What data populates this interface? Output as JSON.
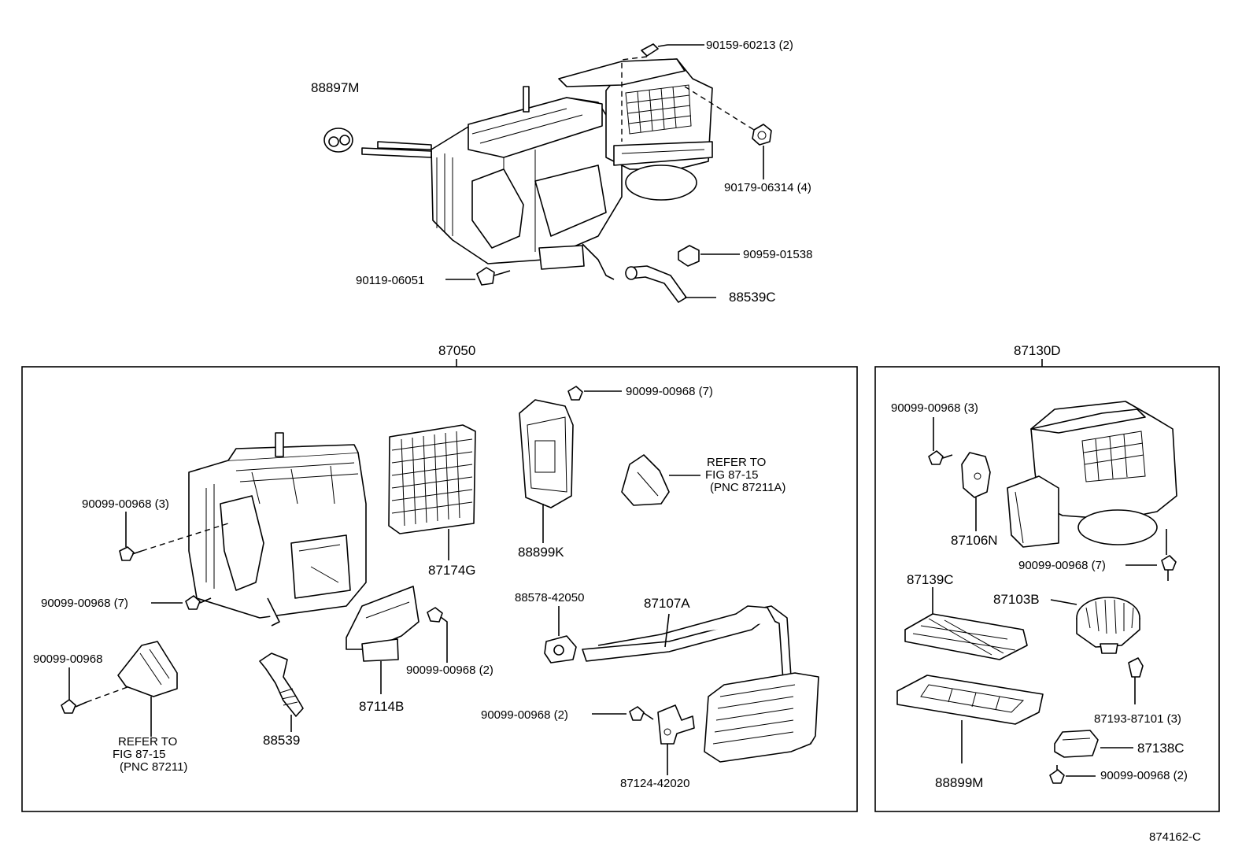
{
  "diagram_id": "874162-C",
  "colors": {
    "ink": "#000000",
    "paper": "#ffffff"
  },
  "groups": {
    "assembly": "87050",
    "blower": "87130D"
  },
  "top": {
    "p1": "88897M",
    "p2": "90159-60213 (2)",
    "p3": "90179-06314 (4)",
    "p4": "90959-01538",
    "p5": "90119-06051",
    "p6": "88539C"
  },
  "left": {
    "s1": "90099-00968 (3)",
    "s2": "90099-00968 (7)",
    "s3": "90099-00968",
    "ref1": [
      "REFER TO",
      "FIG 87-15",
      "(PNC 87211)"
    ],
    "filter": "87174G",
    "cover": "88899K",
    "screw_top": "90099-00968 (7)",
    "ref2": [
      "REFER TO",
      "FIG 87-15",
      "(PNC 87211A)"
    ],
    "hose": "88539",
    "actuator": "87114B",
    "screw_act": "90099-00968 (2)",
    "grommet": "88578-42050",
    "heater_core": "87107A",
    "screw_bracket": "90099-00968 (2)",
    "bracket": "87124-42020"
  },
  "right": {
    "s1": "90099-00968 (3)",
    "servo": "87106N",
    "s2": "90099-00968 (7)",
    "filter": "87139C",
    "motor": "87103B",
    "motor_screw": "87193-87101 (3)",
    "case": "88899M",
    "resistor": "87138C",
    "s3": "90099-00968 (2)"
  }
}
